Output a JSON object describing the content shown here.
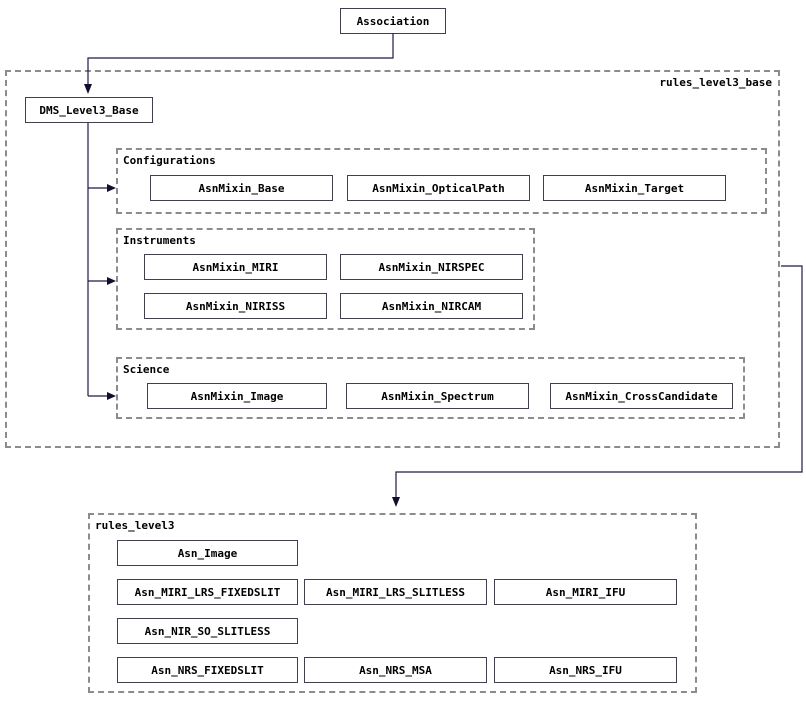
{
  "root_node": {
    "label": "Association"
  },
  "cluster_base": {
    "label": "rules_level3_base",
    "base_node": {
      "label": "DMS_Level3_Base"
    },
    "groups": [
      {
        "label": "Configurations",
        "nodes": [
          "AsnMixin_Base",
          "AsnMixin_OpticalPath",
          "AsnMixin_Target"
        ]
      },
      {
        "label": "Instruments",
        "nodes": [
          "AsnMixin_MIRI",
          "AsnMixin_NIRSPEC",
          "AsnMixin_NIRISS",
          "AsnMixin_NIRCAM"
        ]
      },
      {
        "label": "Science",
        "nodes": [
          "AsnMixin_Image",
          "AsnMixin_Spectrum",
          "AsnMixin_CrossCandidate"
        ]
      }
    ]
  },
  "cluster_rules": {
    "label": "rules_level3",
    "nodes": [
      "Asn_Image",
      "Asn_MIRI_LRS_FIXEDSLIT",
      "Asn_MIRI_LRS_SLITLESS",
      "Asn_MIRI_IFU",
      "Asn_NIR_SO_SLITLESS",
      "Asn_NRS_FIXEDSLIT",
      "Asn_NRS_MSA",
      "Asn_NRS_IFU"
    ]
  },
  "colors": {
    "edge": "#1c1c4a",
    "cluster_border": "#8c8c8c",
    "node_border": "#40404f",
    "text": "#000000",
    "background": "#ffffff"
  }
}
